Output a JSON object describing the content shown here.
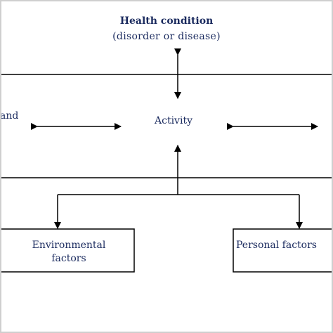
{
  "diagram": {
    "top_node": {
      "title": "Health condition",
      "subtitle": "(disorder or disease)"
    },
    "middle_row": {
      "left_partial_label": "and",
      "center_label": "Activity"
    },
    "bottom_row": {
      "left_box": {
        "line1": "Environmental",
        "line2": "factors"
      },
      "right_box": {
        "line1": "Personal factors"
      }
    },
    "colors": {
      "text": "#1a2a5e",
      "lines": "#000000",
      "border": "#cfcfcf"
    }
  }
}
